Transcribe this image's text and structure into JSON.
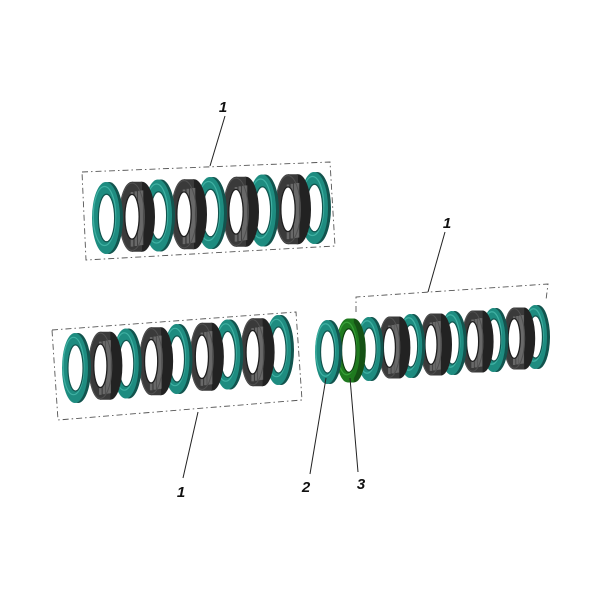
{
  "callouts": {
    "top_group": "1",
    "bottom_left_group": "1",
    "right_group": "1",
    "washer": "2",
    "seal": "3"
  },
  "colors": {
    "washer_teal": "#1e8c80",
    "washer_teal_dark": "#12544e",
    "washer_teal_light": "#3fb0a2",
    "bearing_dark": "#3a3a3a",
    "bearing_light": "#6a6a6a",
    "seal_green": "#1f7a1f",
    "seal_green_light": "#38a038"
  },
  "stacks": {
    "top": [
      "washer",
      "bearing",
      "washer",
      "bearing",
      "washer",
      "bearing",
      "washer",
      "bearing",
      "washer"
    ],
    "bottom_left": [
      "washer",
      "bearing",
      "washer",
      "bearing",
      "washer",
      "bearing",
      "washer",
      "bearing",
      "washer"
    ],
    "right": [
      "washer",
      "seal",
      "washer",
      "bearing",
      "washer",
      "bearing",
      "washer",
      "bearing",
      "washer",
      "bearing",
      "washer"
    ]
  }
}
